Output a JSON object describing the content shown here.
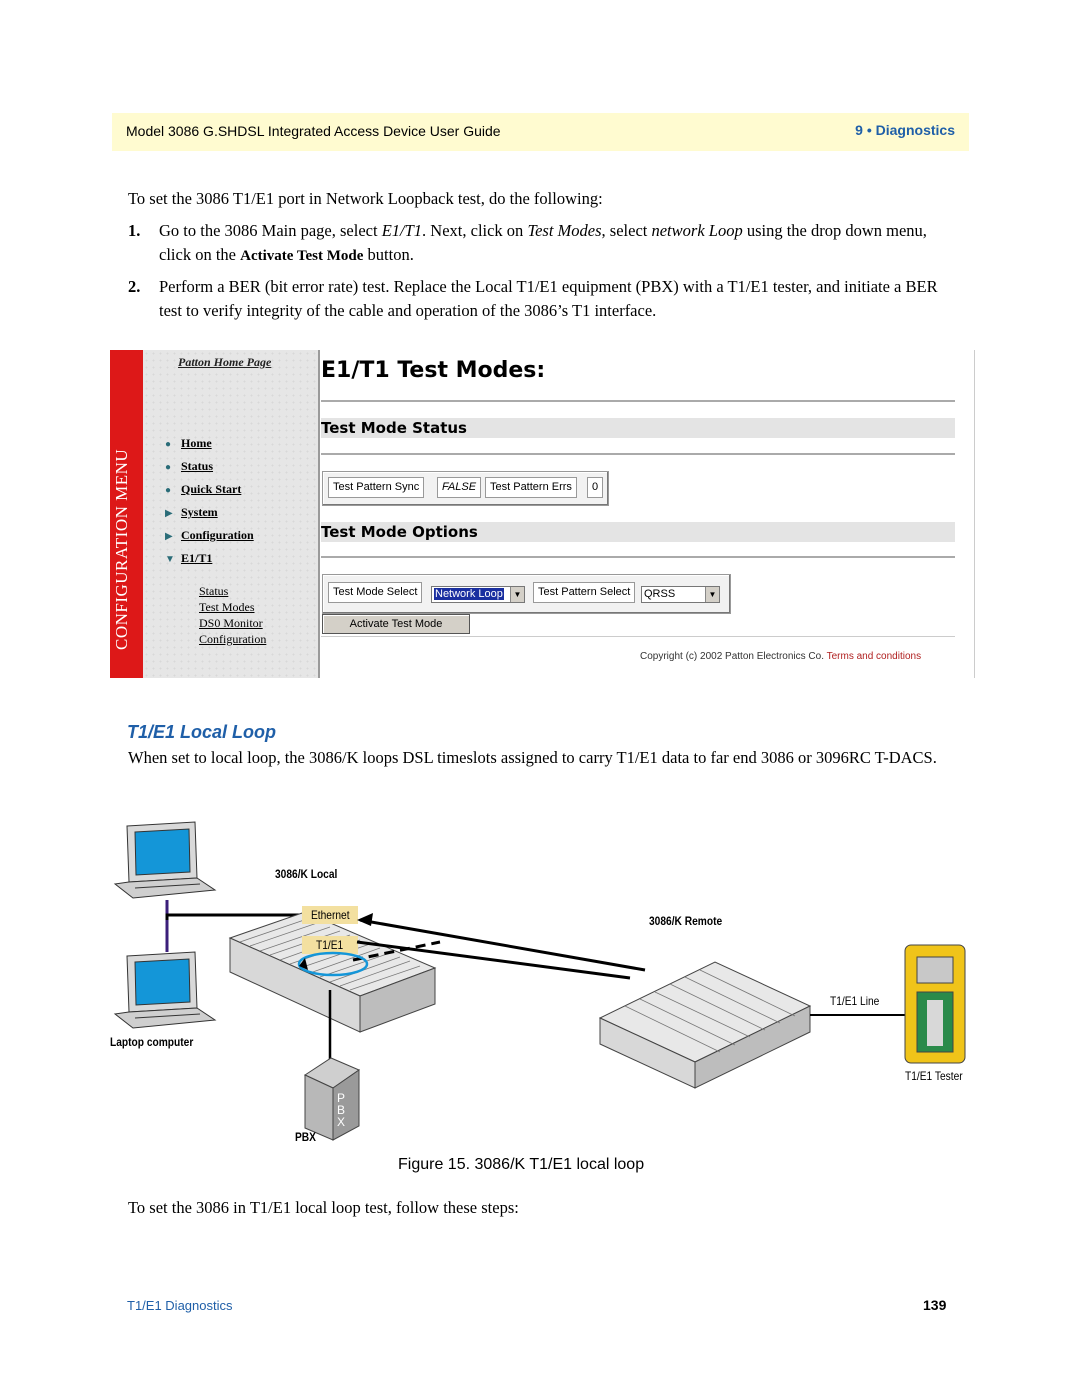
{
  "header": {
    "left": "Model 3086 G.SHDSL Integrated Access Device User Guide",
    "right": "9 • Diagnostics"
  },
  "intro": "To set the 3086 T1/E1 port in Network Loopback test, do the following:",
  "steps": [
    {
      "num": "1.",
      "t1": "Go to the 3086 Main page, select ",
      "i1": "E1/T1",
      "t2": ". Next, click on ",
      "i2": "Test Modes",
      "t3": ", select ",
      "i3": "network Loop",
      "t4": " using the drop down menu, click on the ",
      "b1": "Activate Test Mode",
      "t5": " button."
    },
    {
      "num": "2.",
      "text": "Perform a BER (bit error rate) test. Replace the Local T1/E1 equipment (PBX) with a T1/E1 tester, and initiate a BER test to verify integrity of the cable and operation of the 3086’s T1 interface."
    }
  ],
  "screenshot": {
    "menu_title": "CONFIGURATION MENU",
    "home_link": "Patton Home Page",
    "menu_items": [
      {
        "icon": "●",
        "label": "Home"
      },
      {
        "icon": "●",
        "label": "Status"
      },
      {
        "icon": "●",
        "label": "Quick Start"
      },
      {
        "icon": "▶",
        "label": "System"
      },
      {
        "icon": "▶",
        "label": "Configuration"
      },
      {
        "icon": "▼",
        "label": "E1/T1"
      }
    ],
    "sub_items": [
      "Status",
      "Test Modes",
      "DS0 Monitor",
      "Configuration"
    ],
    "page_title": "E1/T1 Test Modes:",
    "status_heading": "Test Mode Status",
    "status_fields": [
      {
        "label": "Test Pattern Sync",
        "value": "FALSE"
      },
      {
        "label": "Test Pattern Errs",
        "value": "0"
      }
    ],
    "options_heading": "Test Mode Options",
    "test_mode_select_label": "Test Mode Select",
    "test_mode_select_value": "Network Loop",
    "test_pattern_select_label": "Test Pattern Select",
    "test_pattern_select_value": "QRSS",
    "activate_button": "Activate Test Mode",
    "copyright": "Copyright (c) 2002 Patton Electronics Co.",
    "terms_link": "Terms and conditions"
  },
  "section_title": "T1/E1 Local Loop",
  "section_para": "When set to local loop, the 3086/K loops DSL timeslots assigned to carry T1/E1 data to far end 3086 or 3096RC T-DACS.",
  "diagram": {
    "local_label": "3086/K Local",
    "ethernet_label": "Ethernet",
    "t1e1_label": "T1/E1",
    "remote_label": "3086/K Remote",
    "line_label": "T1/E1 Line",
    "laptop_label": "Laptop computer",
    "tester_label": "T1/E1 Tester",
    "pbx_label": "PBX",
    "pbx_letters": "P B X"
  },
  "caption": "Figure 15. 3086/K T1/E1 local loop",
  "outro": "To set the 3086 in T1/E1 local loop test, follow these steps:",
  "footer": {
    "left": "T1/E1 Diagnostics",
    "page": "139"
  }
}
